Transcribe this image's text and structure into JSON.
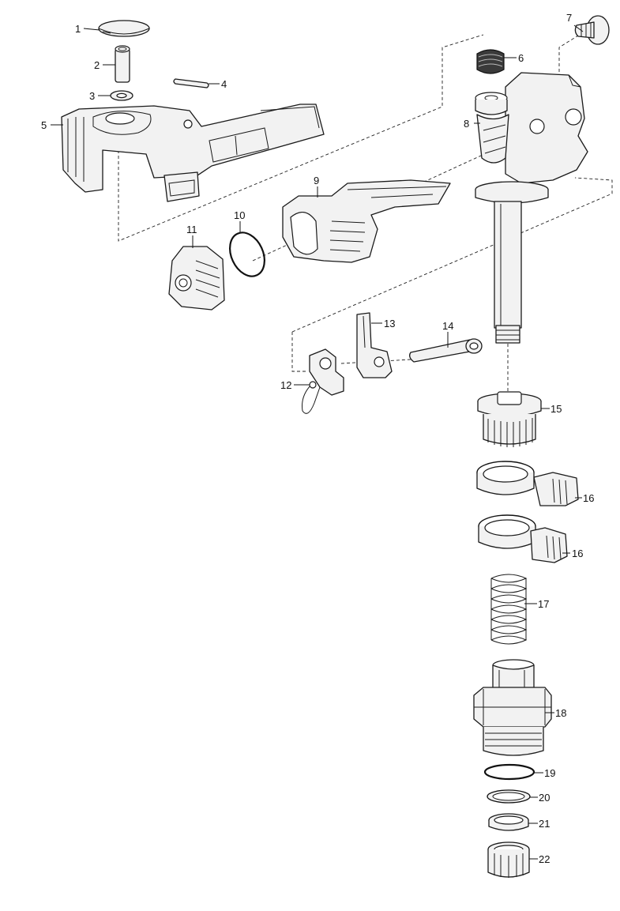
{
  "callouts": {
    "c1": "1",
    "c2": "2",
    "c3": "3",
    "c4": "4",
    "c5": "5",
    "c6": "6",
    "c7": "7",
    "c8": "8",
    "c9": "9",
    "c10": "10",
    "c11": "11",
    "c12": "12",
    "c13": "13",
    "c14": "14",
    "c15": "15",
    "c16a": "16",
    "c16b": "16",
    "c17": "17",
    "c18": "18",
    "c19": "19",
    "c20": "20",
    "c21": "21",
    "c22": "22"
  },
  "colors": {
    "line": "#1a1a1a",
    "fill": "#f2f2f2",
    "background": "#ffffff"
  }
}
